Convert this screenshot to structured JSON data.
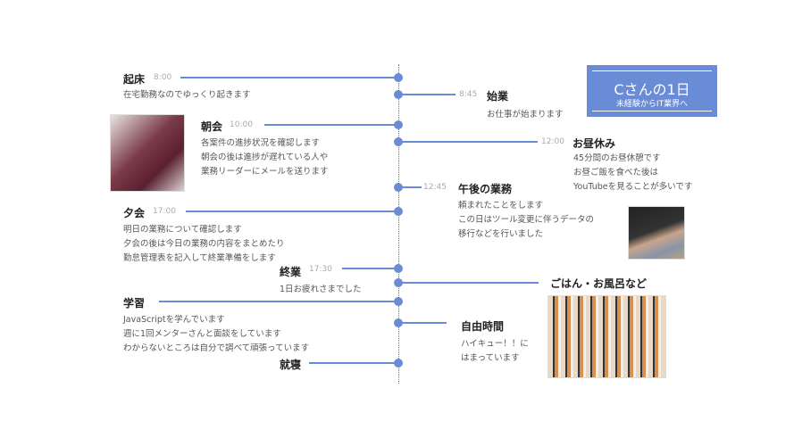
{
  "header": {
    "title": "Cさんの1日",
    "subtitle": "未経験からIT業界へ"
  },
  "events": {
    "wakeup": {
      "title": "起床",
      "time": "8:00",
      "desc": [
        "在宅勤務なのでゆっくり起きます"
      ]
    },
    "start": {
      "title": "始業",
      "time": "8:45",
      "desc": [
        "お仕事が始まります"
      ]
    },
    "morning": {
      "title": "朝会",
      "time": "10:00",
      "desc": [
        "各案件の進捗状況を確認します",
        "朝会の後は進捗が遅れている人や",
        "業務リーダーにメールを送ります"
      ]
    },
    "lunch": {
      "title": "お昼休み",
      "time": "12:00",
      "desc": [
        "45分間のお昼休憩です",
        "お昼ご飯を食べた後は",
        "YouTubeを見ることが多いです"
      ]
    },
    "afternoon": {
      "title": "午後の業務",
      "time": "12:45",
      "desc": [
        "頼まれたことをします",
        "この日はツール変更に伴うデータの",
        "移行などを行いました"
      ]
    },
    "evening": {
      "title": "夕会",
      "time": "17:00",
      "desc": [
        "明日の業務について確認します",
        "夕会の後は今日の業務の内容をまとめたり",
        "勤怠管理表を記入して終業準備をします"
      ]
    },
    "end": {
      "title": "終業",
      "time": "17:30",
      "desc": [
        "1日お疲れさまでした"
      ]
    },
    "dinner": {
      "title": "ごはん・お風呂など"
    },
    "study": {
      "title": "学習",
      "desc": [
        "JavaScriptを学んでいます",
        "週に1回メンターさんと面談をしています",
        "わからないところは自分で調べて頑張っています"
      ]
    },
    "free": {
      "title": "自由時間",
      "desc": [
        "ハイキュー！！に",
        "はまっています"
      ]
    },
    "sleep": {
      "title": "就寝"
    }
  },
  "colors": {
    "accent": "#6a8bd6"
  }
}
